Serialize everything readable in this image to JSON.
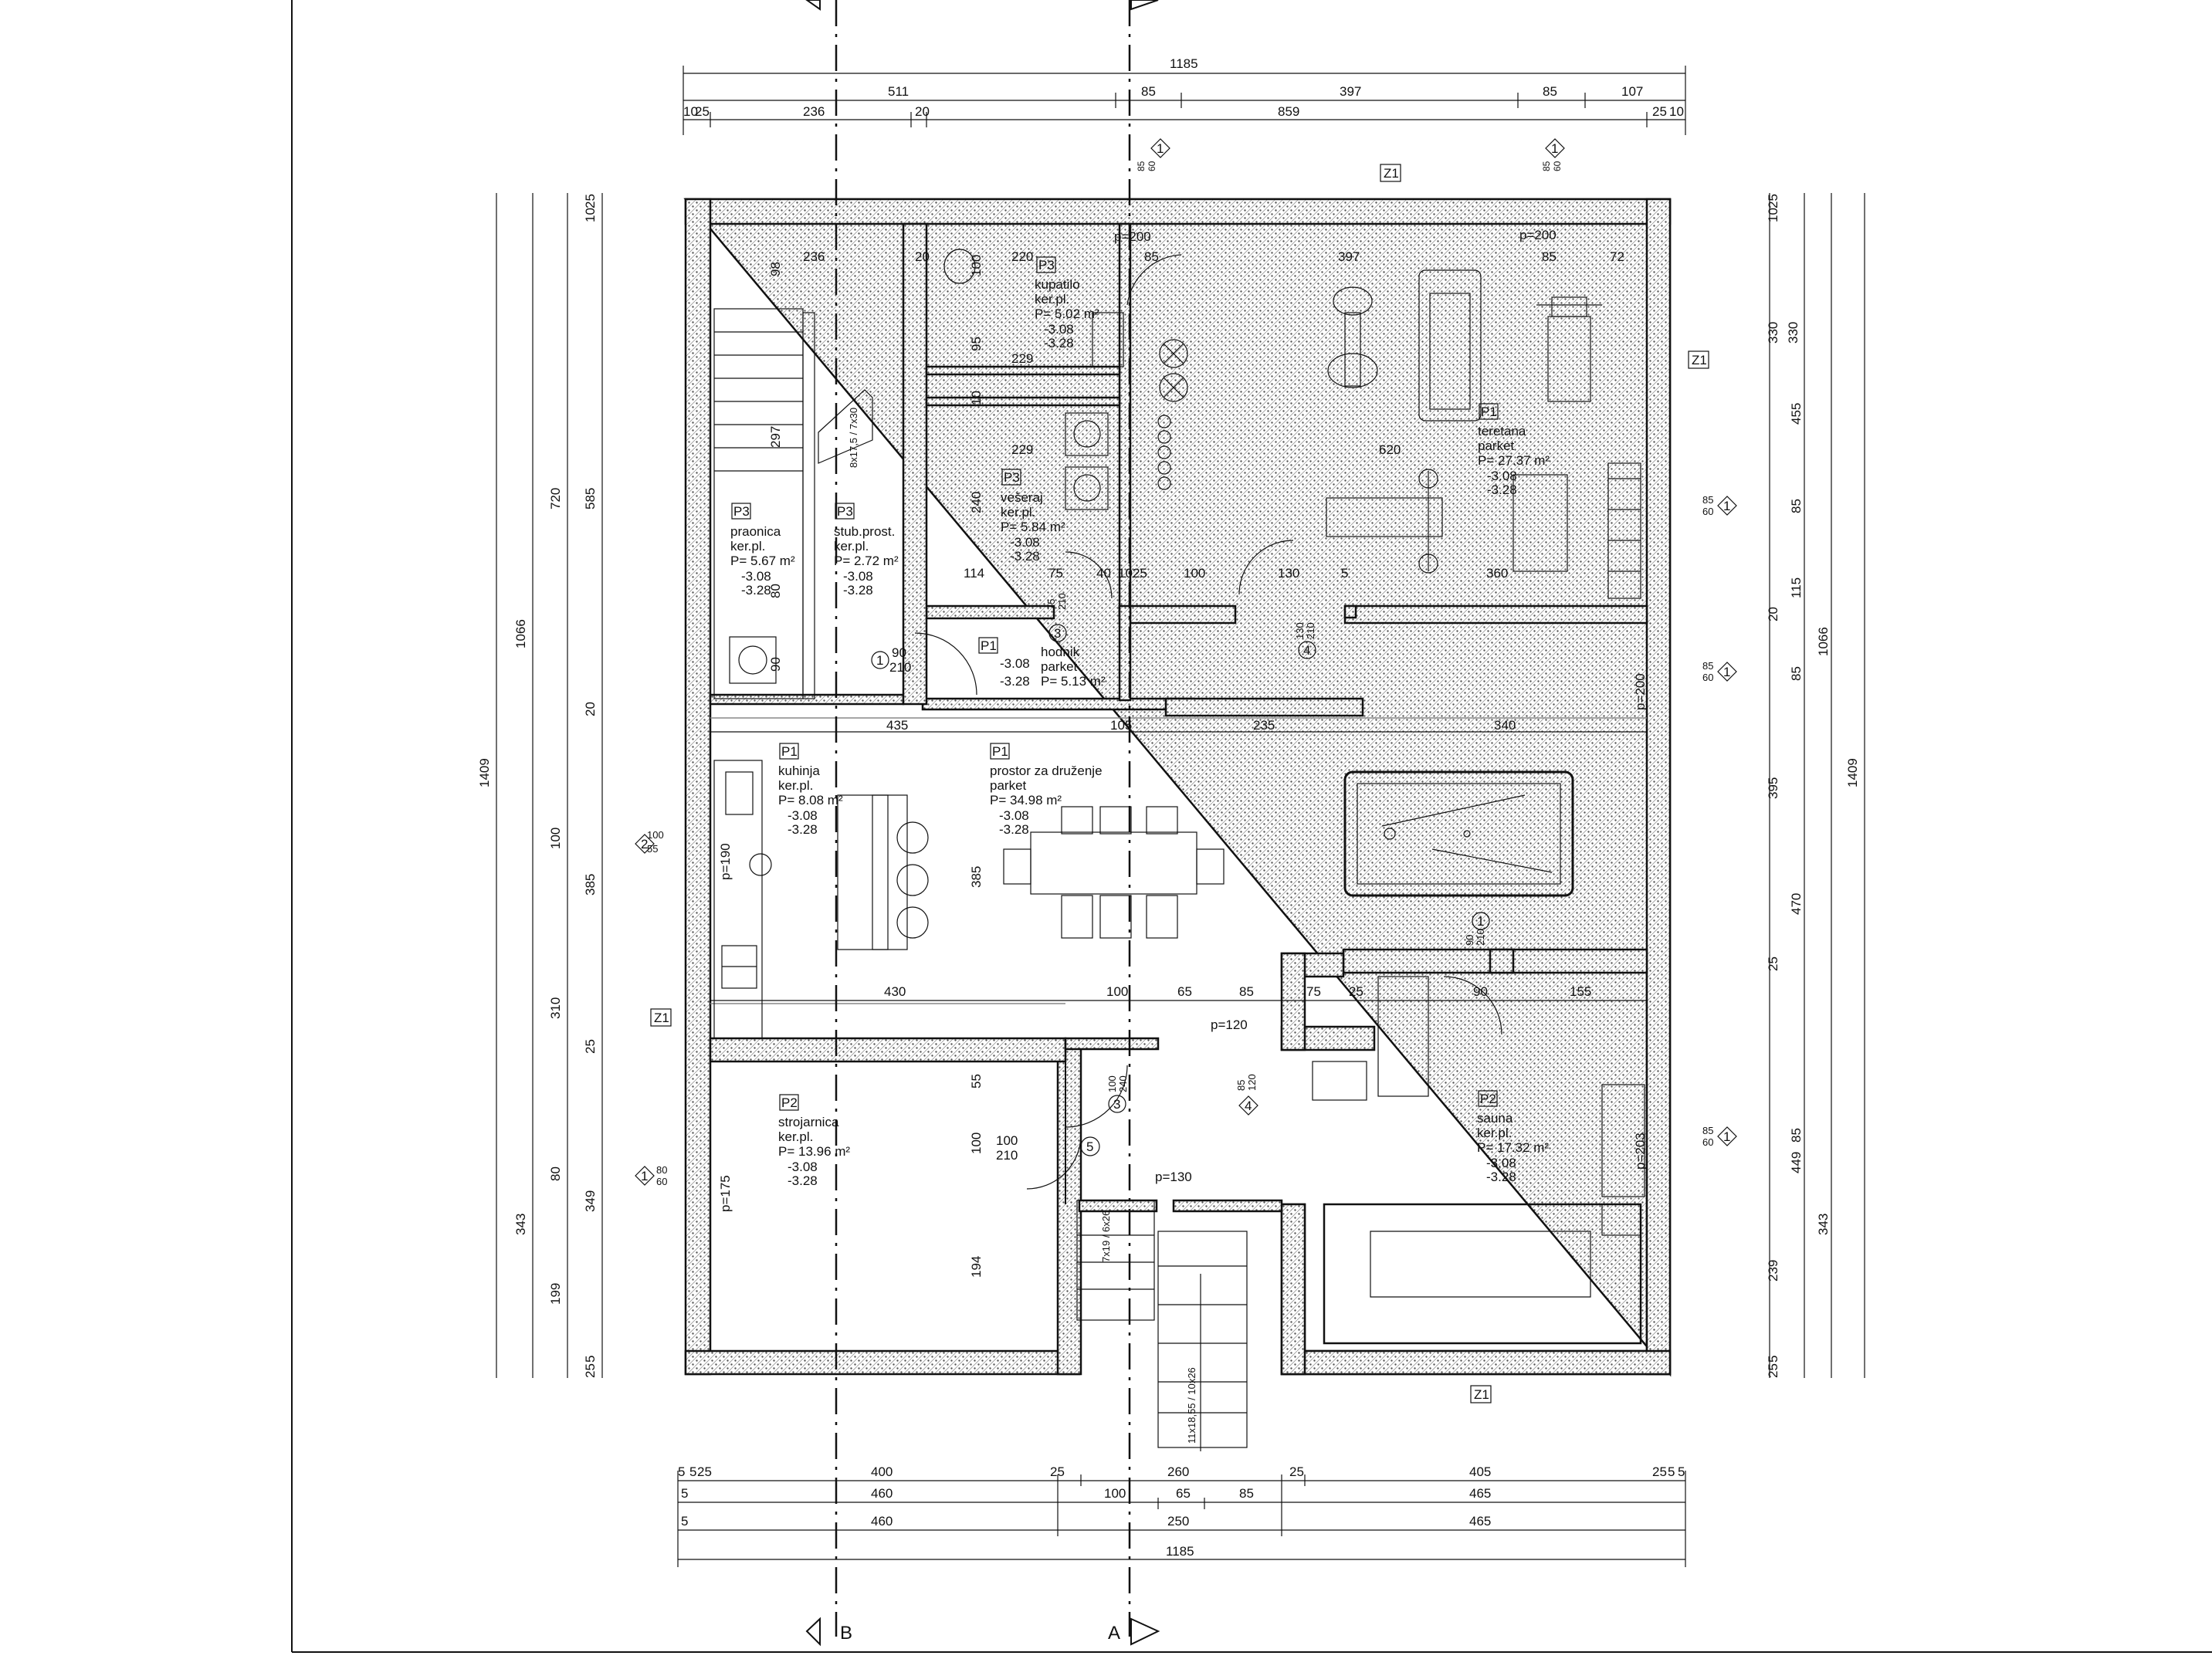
{
  "axes": {
    "left": "B",
    "right": "A"
  },
  "top_dims": {
    "total": "1185",
    "row1": [
      "511",
      "85",
      "397",
      "85",
      "107"
    ],
    "row2": [
      "10",
      "25",
      "236",
      "20",
      "859",
      "25",
      "10"
    ]
  },
  "bottom_dims": {
    "row1": [
      "5",
      "5",
      "25",
      "400",
      "25",
      "260",
      "25",
      "405",
      "25",
      "5",
      "5"
    ],
    "row2": [
      "5",
      "460",
      "100",
      "65",
      "85",
      "465"
    ],
    "row3": [
      "5",
      "460",
      "250",
      "465"
    ],
    "total": "1185"
  },
  "left_dims": {
    "c1": [
      "1409"
    ],
    "c2": [
      "1066",
      "343"
    ],
    "c3": [
      "720",
      "100",
      "310",
      "80",
      "199"
    ],
    "c4": [
      "25",
      "10",
      "585",
      "20",
      "385",
      "25",
      "349",
      "5",
      "25"
    ]
  },
  "right_dims": {
    "c1": [
      "25",
      "10",
      "330",
      "20",
      "395",
      "25",
      "239",
      "5",
      "25"
    ],
    "c2": [
      "455",
      "85",
      "115",
      "85",
      "470",
      "85",
      "449"
    ],
    "c3": [
      "1066",
      "343"
    ],
    "c4": [
      "1409"
    ]
  },
  "rooms": [
    {
      "code": "P3",
      "name": "praonica",
      "finish": "ker.pl.",
      "area": "P= 5.67 m²",
      "lvl1": "-3.08",
      "lvl2": "-3.28"
    },
    {
      "code": "P3",
      "name": "stub.prost.",
      "finish": "ker.pl.",
      "area": "P= 2.72 m²",
      "lvl1": "-3.08",
      "lvl2": "-3.28"
    },
    {
      "code": "P3",
      "name": "kupatilo",
      "finish": "ker.pl.",
      "area": "P= 5.02 m²",
      "lvl1": "-3.08",
      "lvl2": "-3.28"
    },
    {
      "code": "P3",
      "name": "vešeraj",
      "finish": "ker.pl.",
      "area": "P= 5.84 m²",
      "lvl1": "-3.08",
      "lvl2": "-3.28"
    },
    {
      "code": "P1",
      "name": "teretana",
      "finish": "parket",
      "area": "P= 27.37 m²",
      "lvl1": "-3.08",
      "lvl2": "-3.28"
    },
    {
      "code": "P1",
      "name": "hodnik",
      "finish": "parket",
      "area": "P= 5.13 m²",
      "lvl1": "-3.08",
      "lvl2": "-3.28"
    },
    {
      "code": "P1",
      "name": "kuhinja",
      "finish": "ker.pl.",
      "area": "P= 8.08 m²",
      "lvl1": "-3.08",
      "lvl2": "-3.28"
    },
    {
      "code": "P1",
      "name": "prostor za druženje",
      "finish": "parket",
      "area": "P= 34.98 m²",
      "lvl1": "-3.08",
      "lvl2": "-3.28"
    },
    {
      "code": "P2",
      "name": "strojarnica",
      "finish": "ker.pl.",
      "area": "P= 13.96 m²",
      "lvl1": "-3.08",
      "lvl2": "-3.28"
    },
    {
      "code": "P2",
      "name": "sauna",
      "finish": "ker.pl.",
      "area": "P= 17.32 m²",
      "lvl1": "-3.08",
      "lvl2": "-3.28"
    }
  ],
  "inner_dims": {
    "upper_left": [
      "236",
      "98",
      "297",
      "80",
      "90",
      "20"
    ],
    "bath": [
      "220",
      "100",
      "95",
      "229",
      "10",
      "85",
      "p=200"
    ],
    "gym": [
      "397",
      "85",
      "72",
      "620",
      "p=200",
      "330"
    ],
    "mid": [
      "229",
      "240",
      "114",
      "75",
      "40",
      "10",
      "25",
      "100",
      "130",
      "5",
      "360"
    ],
    "social_top": [
      "435",
      "105",
      "235",
      "340"
    ],
    "social_left": [
      "385",
      "100"
    ],
    "lower_row": [
      "430",
      "100",
      "65",
      "85",
      "75",
      "25",
      "90",
      "155"
    ],
    "lower": [
      "55",
      "100",
      "194",
      "p=120",
      "p=130",
      "p=175",
      "p=190",
      "p=203",
      "p=200"
    ]
  },
  "doors": [
    {
      "num": "1",
      "w": "90",
      "h": "210"
    },
    {
      "num": "2",
      "w": "100",
      "h": "55"
    },
    {
      "num": "3",
      "w": "75",
      "h": "210"
    },
    {
      "num": "4",
      "w": "130",
      "h": "210"
    },
    {
      "num": "5",
      "w": "100",
      "h": "210"
    },
    {
      "num": "1",
      "w": "90",
      "h": "210"
    },
    {
      "num": "3",
      "w": "100",
      "h": "240"
    },
    {
      "num": "4",
      "w": "85",
      "h": "120"
    }
  ],
  "windows": [
    {
      "num": "1",
      "w": "85",
      "h": "60"
    },
    {
      "num": "1",
      "w": "85",
      "h": "60"
    },
    {
      "num": "1",
      "w": "85",
      "h": "60"
    },
    {
      "num": "1",
      "w": "85",
      "h": "60"
    },
    {
      "num": "1",
      "w": "85",
      "h": "60"
    },
    {
      "num": "1",
      "w": "80",
      "h": "60"
    }
  ],
  "stairs": {
    "upper": "8x17,5 / 7x30",
    "lower1": "7x19 / 6x26",
    "lower2": "11x18,55 / 10x26"
  },
  "section_tags": [
    "Z1",
    "Z1",
    "Z1",
    "Z1"
  ]
}
